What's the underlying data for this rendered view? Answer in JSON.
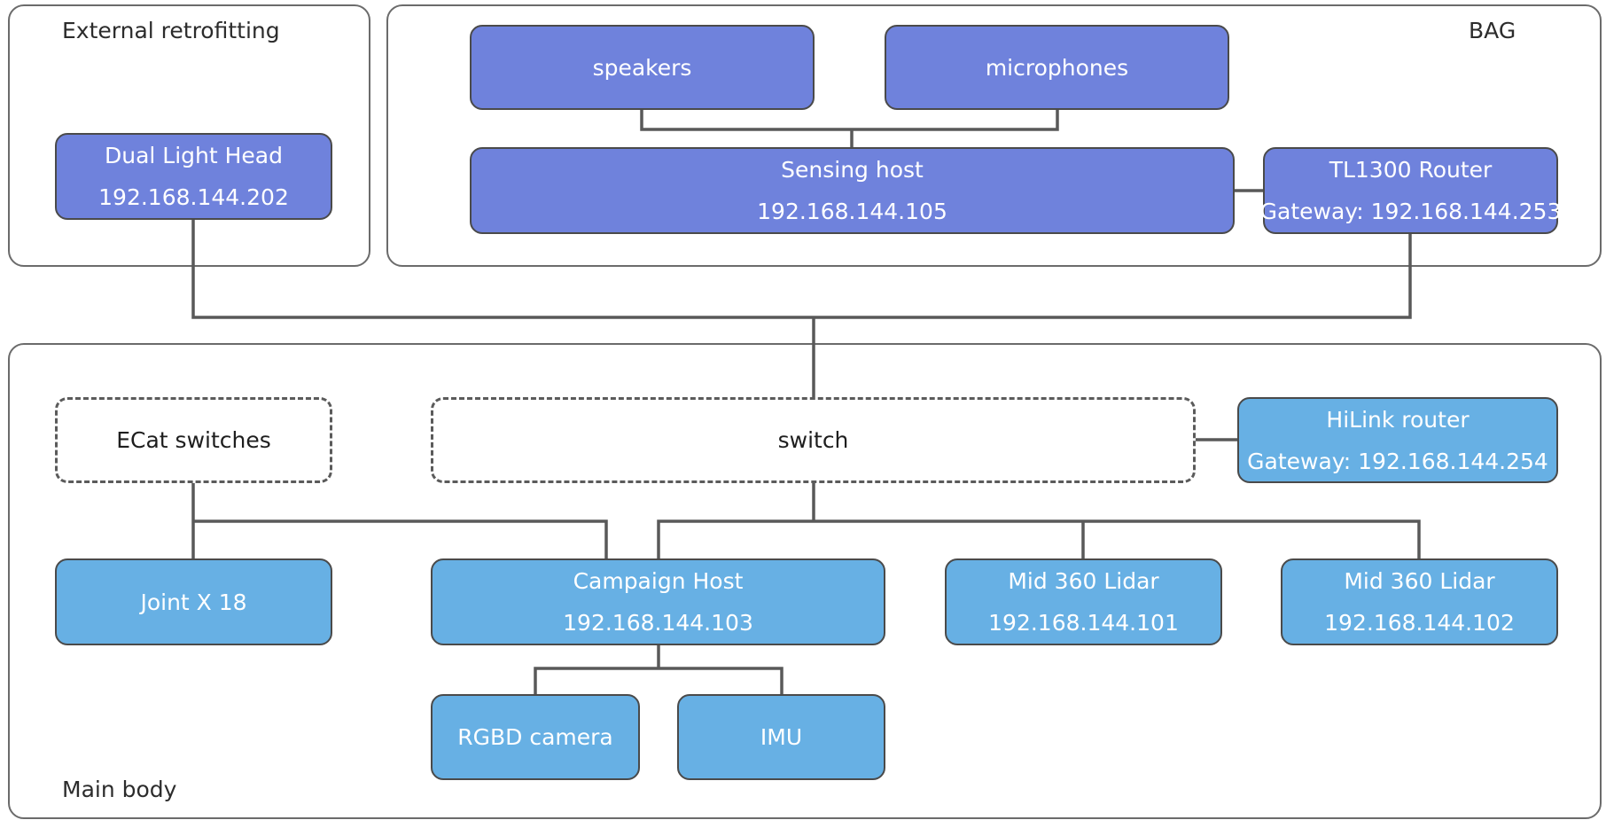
{
  "groups": {
    "external": {
      "label": "External retrofitting"
    },
    "bag": {
      "label": "BAG"
    },
    "main": {
      "label": "Main body"
    }
  },
  "nodes": {
    "dual_light_head": {
      "title": "Dual Light Head",
      "ip": "192.168.144.202"
    },
    "speakers": {
      "title": "speakers"
    },
    "microphones": {
      "title": "microphones"
    },
    "sensing_host": {
      "title": "Sensing host",
      "ip": "192.168.144.105"
    },
    "tl1300_router": {
      "title": "TL1300 Router",
      "ip": "Gateway: 192.168.144.253"
    },
    "ecat_switches": {
      "title": "ECat switches"
    },
    "switch": {
      "title": "switch"
    },
    "hilink_router": {
      "title": "HiLink router",
      "ip": "Gateway: 192.168.144.254"
    },
    "joint": {
      "title": "Joint X 18"
    },
    "campaign_host": {
      "title": "Campaign Host",
      "ip": "192.168.144.103"
    },
    "lidar_1": {
      "title": "Mid 360 Lidar",
      "ip": "192.168.144.101"
    },
    "lidar_2": {
      "title": "Mid 360 Lidar",
      "ip": "192.168.144.102"
    },
    "rgbd_camera": {
      "title": "RGBD camera"
    },
    "imu": {
      "title": "IMU"
    }
  },
  "colors": {
    "bag_nodes": "#6f82dc",
    "main_nodes": "#67b0e4",
    "connector": "#595959"
  }
}
